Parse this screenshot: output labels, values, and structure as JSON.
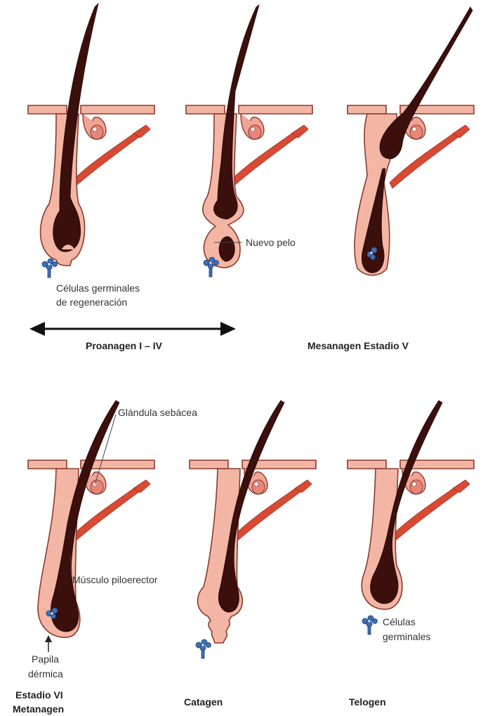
{
  "labels": {
    "celulas_regeneracion_1": "Células germinales",
    "celulas_regeneracion_2": "de regeneración",
    "nuevo_pelo": "Nuevo pelo",
    "glandula_sebacea": "Glándula sebácea",
    "musculo_piloerector": "Músculo piloerector",
    "papila_1": "Papila",
    "papila_2": "dérmica",
    "celulas_germinales_1": "Células",
    "celulas_germinales_2": "germinales"
  },
  "stages": {
    "proanagen": "Proanagen I – IV",
    "mesanagen": "Mesanagen Estadio V",
    "metanagen_1": "Estadio VI",
    "metanagen_2": "Metanagen",
    "catagen": "Catagen",
    "telogen": "Telogen"
  },
  "colors": {
    "skin": "#f4b6a4",
    "hair": "#3b0f0c",
    "muscle": "#d94a34",
    "cells": "#3f6fb5"
  }
}
